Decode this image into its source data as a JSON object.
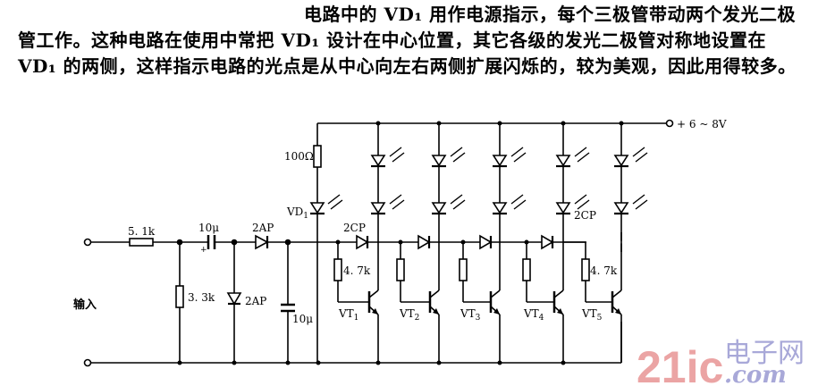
{
  "text": {
    "line1": "电路中的 VD₁ 用作电源指示，每个三极管带动两个发光二极",
    "line2": "管工作。这种电路在使用中常把 VD₁ 设计在中心位置，其它各级的发光二极管对称地设置在",
    "line3": "VD₁ 的两侧，这样指示电路的光点是从中心向左右两侧扩展闪烁的，较为美观，因此用得较多。"
  },
  "circuit": {
    "input_label": "输入",
    "supply_label": "+ 6 ~ 8V",
    "components": {
      "r_input": "5. 1k",
      "r_shunt": "3. 3k",
      "c_coupling": "10μ",
      "d_series": "2AP",
      "d_shunt": "2AP",
      "c_filter": "10μ",
      "r_indicator": "100Ω",
      "vd1": "VD",
      "vd1_sub": "1",
      "d_chain_label_left": "2CP",
      "d_chain_label_right": "2CP",
      "r_base_1": "4. 7k",
      "r_base_5": "4. 7k"
    },
    "transistors": [
      {
        "name": "VT",
        "sub": "1"
      },
      {
        "name": "VT",
        "sub": "2"
      },
      {
        "name": "VT",
        "sub": "3"
      },
      {
        "name": "VT",
        "sub": "4"
      },
      {
        "name": "VT",
        "sub": "5"
      }
    ],
    "led_pairs_count": 5,
    "colors": {
      "line": "#000000"
    }
  },
  "watermark": {
    "brand_num": "21ic",
    "brand_cn": "电子网",
    "brand_dom": ".com",
    "color_red": "#eba4a4",
    "color_blue": "#a8a8d8"
  }
}
